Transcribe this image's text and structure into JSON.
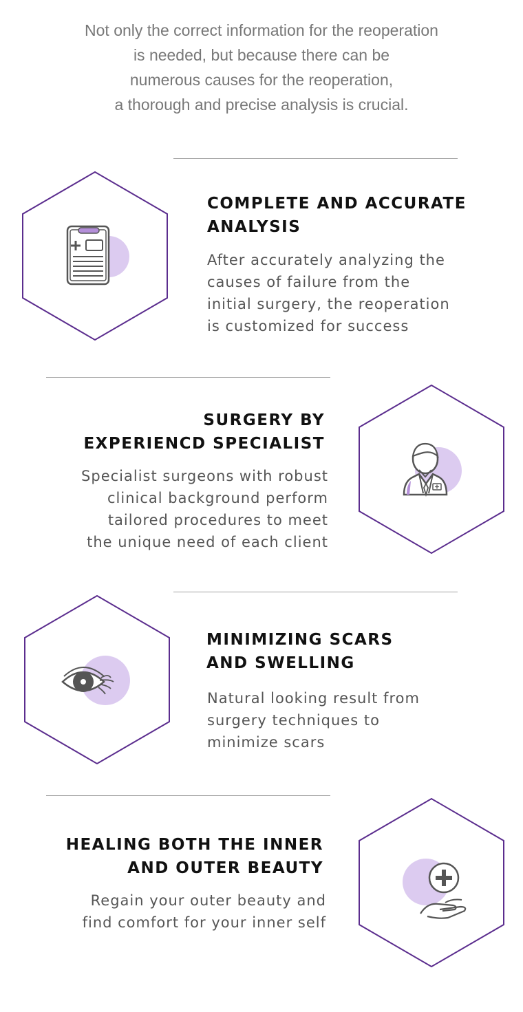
{
  "intro": {
    "lines": [
      "Not only the correct information for the reoperation",
      "is needed, but because there can be",
      "numerous causes for the reoperation,",
      "a thorough and precise analysis is crucial."
    ]
  },
  "colors": {
    "hex_stroke": "#5b2d8e",
    "accent_circle": "#dccbf0",
    "icon_stroke": "#555555"
  },
  "features": [
    {
      "icon": "medical-chart-icon",
      "title": [
        "COMPLETE AND ACCURATE",
        "ANALYSIS"
      ],
      "desc": [
        "After accurately analyzing the",
        "causes of failure from the",
        "initial surgery, the reoperation",
        "is customized for success"
      ]
    },
    {
      "icon": "doctor-icon",
      "title": [
        "SURGERY BY",
        "EXPERIENCD SPECIALIST"
      ],
      "desc": [
        "Specialist surgeons with robust",
        "clinical background perform",
        "tailored procedures to meet",
        "the unique need of each client"
      ]
    },
    {
      "icon": "eye-icon",
      "title": [
        "MINIMIZING SCARS",
        "AND SWELLING"
      ],
      "desc": [
        "Natural looking result from",
        "surgery techniques to",
        "minimize scars"
      ]
    },
    {
      "icon": "caring-hand-icon",
      "title": [
        "HEALING BOTH THE INNER",
        "AND OUTER BEAUTY"
      ],
      "desc": [
        "Regain your outer beauty and",
        "find comfort for your inner self"
      ]
    }
  ]
}
